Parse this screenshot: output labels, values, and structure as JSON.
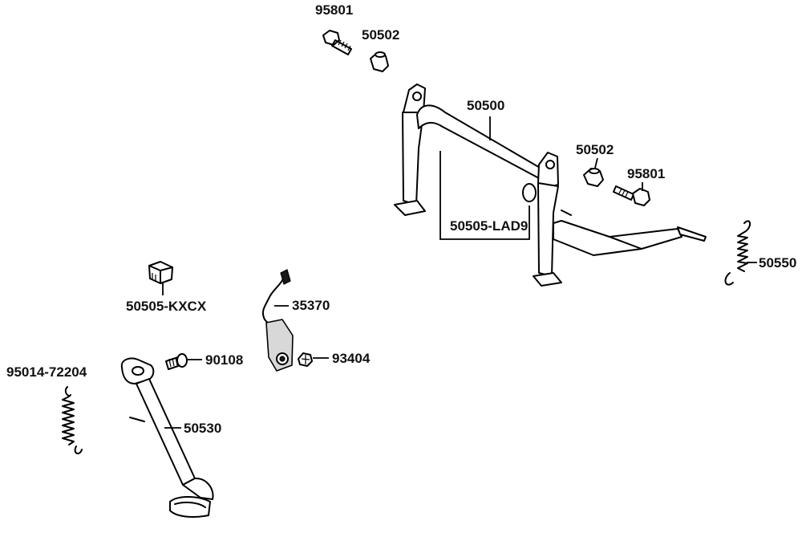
{
  "parts": [
    {
      "id": "p1",
      "label": "95801"
    },
    {
      "id": "p2",
      "label": "50502"
    },
    {
      "id": "p3",
      "label": "50500"
    },
    {
      "id": "p4",
      "label": "50502"
    },
    {
      "id": "p5",
      "label": "95801"
    },
    {
      "id": "p6",
      "label": "50505-LAD9"
    },
    {
      "id": "p7",
      "label": "50550"
    },
    {
      "id": "p8",
      "label": "50505-KXCX"
    },
    {
      "id": "p9",
      "label": "35370"
    },
    {
      "id": "p10",
      "label": "90108"
    },
    {
      "id": "p11",
      "label": "93404"
    },
    {
      "id": "p12",
      "label": "95014-72204"
    },
    {
      "id": "p13",
      "label": "50530"
    }
  ]
}
